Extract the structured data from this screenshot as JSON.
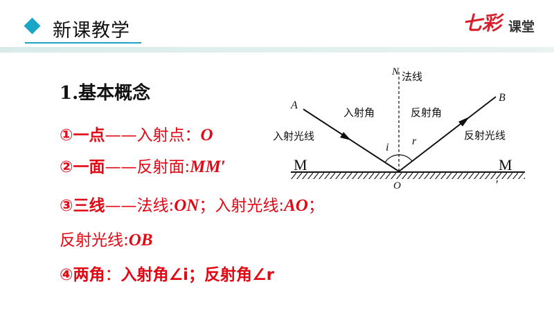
{
  "header": {
    "title": "新课教学",
    "brand_mark": "七彩",
    "brand_word": "课堂"
  },
  "section": {
    "title": "1.基本概念"
  },
  "items": [
    {
      "label": "①一点",
      "dash": "——",
      "text": "入射点：",
      "value": "O"
    },
    {
      "label": "②一面",
      "dash": "——",
      "text": "反射面:",
      "value": "MM′"
    },
    {
      "label": "③三线",
      "dash": "——",
      "text": "法线:",
      "value": "ON",
      "sep": "；",
      "text2": "入射光线:",
      "value2": "AO",
      "sep2": "；"
    },
    {
      "text": "反射光线:",
      "value": "OB"
    },
    {
      "label": "④两角",
      "sep": "：",
      "text": "入射角∠i；反射角∠r"
    }
  ],
  "diagram": {
    "normal_label": "N",
    "normal_text": "法线",
    "point_A": "A",
    "point_B": "B",
    "point_O": "O",
    "angle_i": "i",
    "angle_r": "r",
    "incident_angle_label": "入射角",
    "reflection_angle_label": "反射角",
    "incident_ray_label": "入射光线",
    "reflected_ray_label": "反射光线",
    "mirror_left": "M",
    "mirror_right": "M",
    "prime_mark": "′"
  },
  "colors": {
    "accent": "#1aa7c7",
    "highlight": "#e30613",
    "brand": "#d81e2a"
  }
}
